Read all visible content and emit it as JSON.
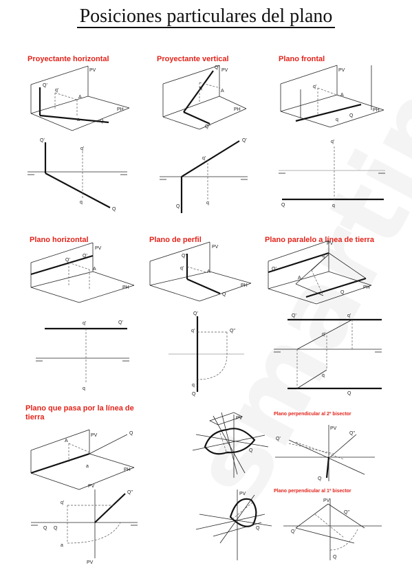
{
  "title": "Posiciones particulares del plano",
  "watermark": "smartin",
  "labels": {
    "proyectante_horizontal": "Proyectante horizontal",
    "proyectante_vertical": "Proyectante vertical",
    "plano_frontal": "Plano frontal",
    "plano_horizontal": "Plano horizontal",
    "plano_perfil": "Plano de perfil",
    "plano_paralelo": "Plano paralelo a línea de tierra",
    "plano_pasa": "Plano que pasa por la línea de tierra",
    "perp_2": "Plano perpendicular al 2º bisector",
    "perp_1": "Plano perpendicular al 1º bisector"
  },
  "letters": {
    "Q": "Q",
    "Qp": "Q'",
    "Qpp": "Q\"",
    "q": "q",
    "qp": "q'",
    "Pv": "PV",
    "Ph": "PH",
    "A": "A",
    "a": "a"
  },
  "colors": {
    "label": "#e2231a",
    "line": "#111111"
  }
}
